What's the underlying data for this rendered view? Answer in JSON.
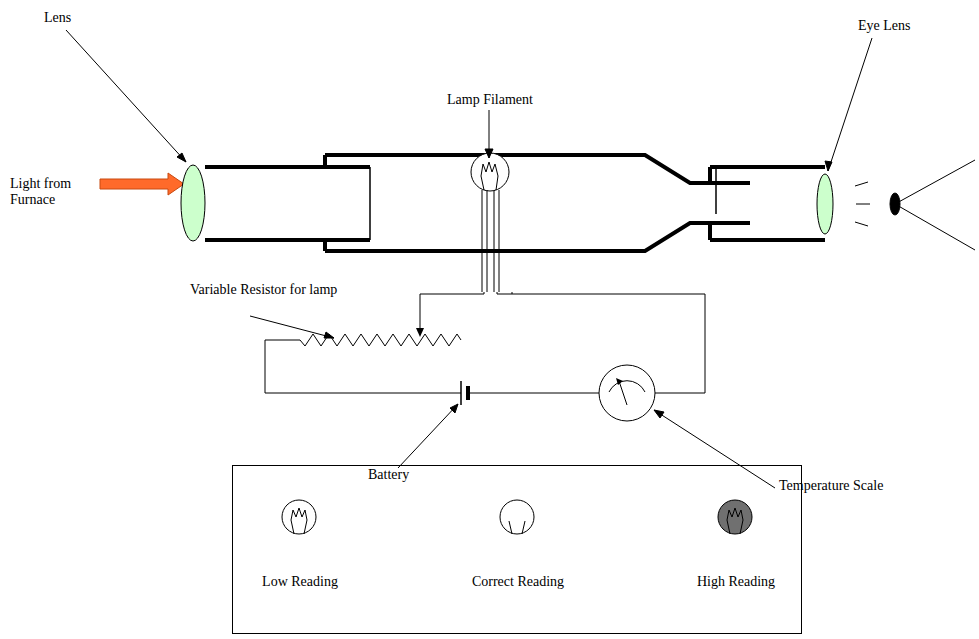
{
  "diagram": {
    "nodes": [
      {
        "text": [
          "Low Reading",
          "Correct Reading",
          "High Reading"
        ]
      }
    ],
    "labels": [
      "Lens",
      "Lamp Filament",
      "Eye Lens",
      "Light from Furnace",
      "Variable Resistor for lamp",
      "Battery",
      "Temperature Scale"
    ]
  }
}
